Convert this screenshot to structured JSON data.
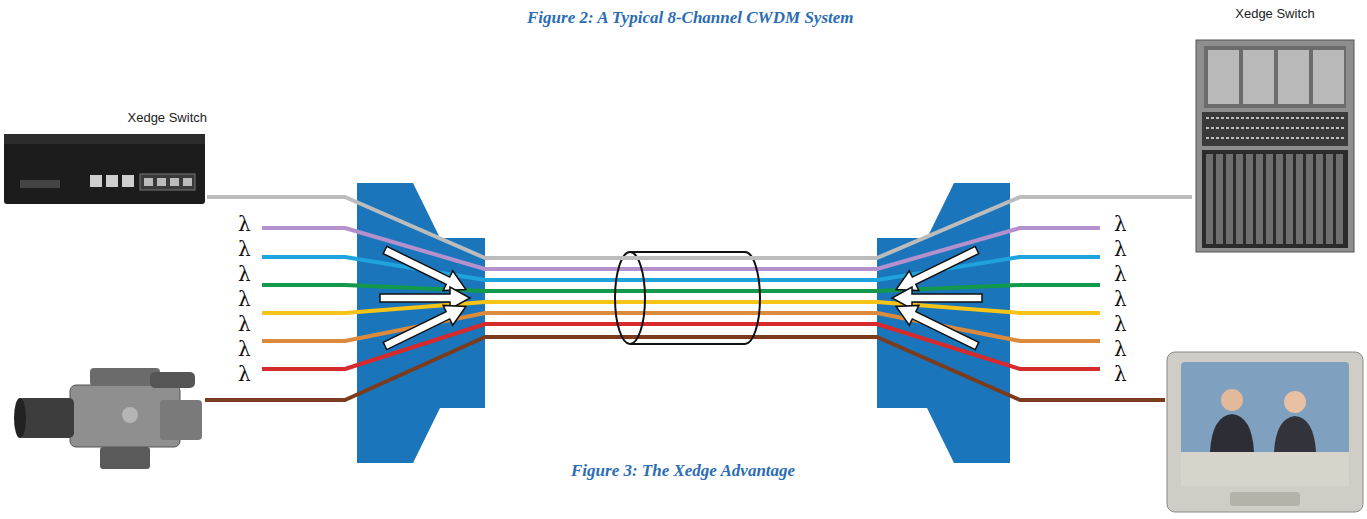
{
  "diagram": {
    "title": "Figure 2: A Typical 8-Channel CWDM System",
    "caption": "Figure 3: The Xedge Advantage",
    "nodes": [
      {
        "text": [
          "Xedge Switch"
        ]
      },
      {
        "text": [
          "Xedge Switch"
        ]
      }
    ],
    "edges": [
      {
        "from": 0,
        "to": 1,
        "arrow": "none"
      }
    ],
    "labels": [
      "λ",
      "λ",
      "λ",
      "λ",
      "λ",
      "λ",
      "λ",
      "λ",
      "λ",
      "λ",
      "λ",
      "λ",
      "λ",
      "λ"
    ]
  }
}
